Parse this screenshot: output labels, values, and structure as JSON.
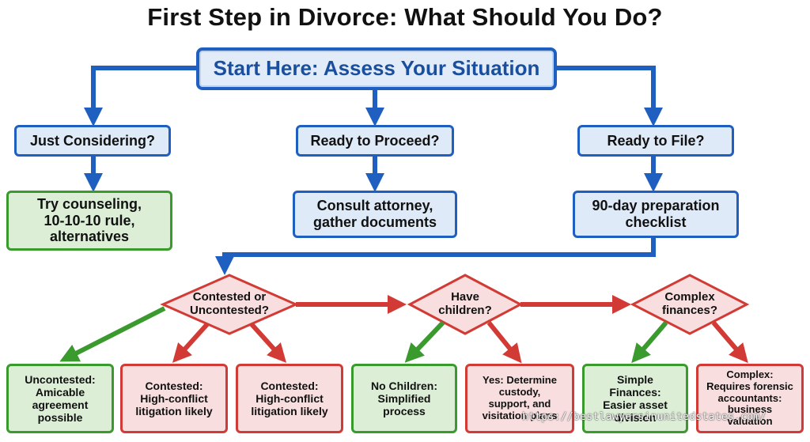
{
  "title": "First Step in Divorce: What Should You Do?",
  "colors": {
    "blue": "#1f5fbf",
    "green": "#3a9a2e",
    "red": "#d23b35"
  },
  "start": "Start Here: Assess Your Situation",
  "questions": {
    "considering": "Just Considering?",
    "proceed": "Ready to Proceed?",
    "file": "Ready to File?"
  },
  "actions": {
    "considering": "Try counseling,\n10-10-10 rule,\nalternatives",
    "proceed": "Consult attorney,\ngather documents",
    "file": "90-day preparation\nchecklist"
  },
  "decisions": {
    "contested": "Contested or\nUncontested?",
    "children": "Have\nchildren?",
    "finances": "Complex\nfinances?"
  },
  "outcomes": {
    "uncontested": "Uncontested:\nAmicable\nagreement\npossible",
    "contested_a": "Contested:\nHigh-conflict\nlitigation likely",
    "contested_b": "Contested:\nHigh-conflict\nlitigation likely",
    "no_children": "No Children:\nSimplified\nprocess",
    "yes_children": "Yes: Determine\ncustody,\nsupport, and\nvisitation plans",
    "simple_finances": "Simple\nFinances:\nEasier asset\ndivision",
    "complex_finances": "Complex:\nRequires forensic\naccountants:\nbusiness\nvaluation"
  },
  "watermark": "https://bestlawyersinunitedstates.com/"
}
